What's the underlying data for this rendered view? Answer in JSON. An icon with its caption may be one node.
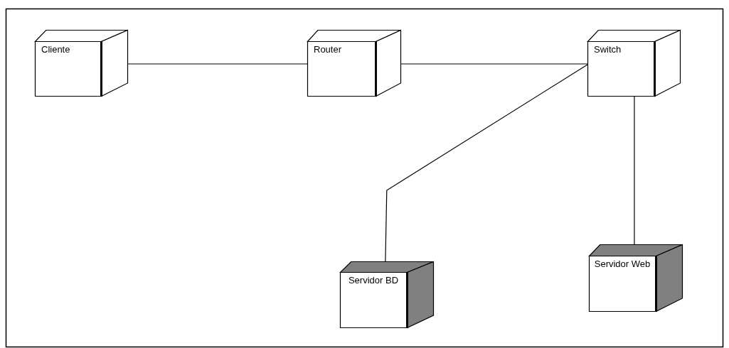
{
  "diagram": {
    "nodes": [
      {
        "text": [
          "Cliente"
        ]
      },
      {
        "text": [
          "Router"
        ]
      },
      {
        "text": [
          "Switch"
        ]
      },
      {
        "text": [
          "Servidor BD"
        ]
      },
      {
        "text": [
          "Servidor Web"
        ]
      }
    ],
    "edges": [
      {
        "from": 0,
        "to": 1,
        "arrow": "none"
      },
      {
        "from": 1,
        "to": 2,
        "arrow": "none"
      },
      {
        "from": 2,
        "to": 3,
        "arrow": "none"
      },
      {
        "from": 2,
        "to": 4,
        "arrow": "none"
      }
    ]
  }
}
